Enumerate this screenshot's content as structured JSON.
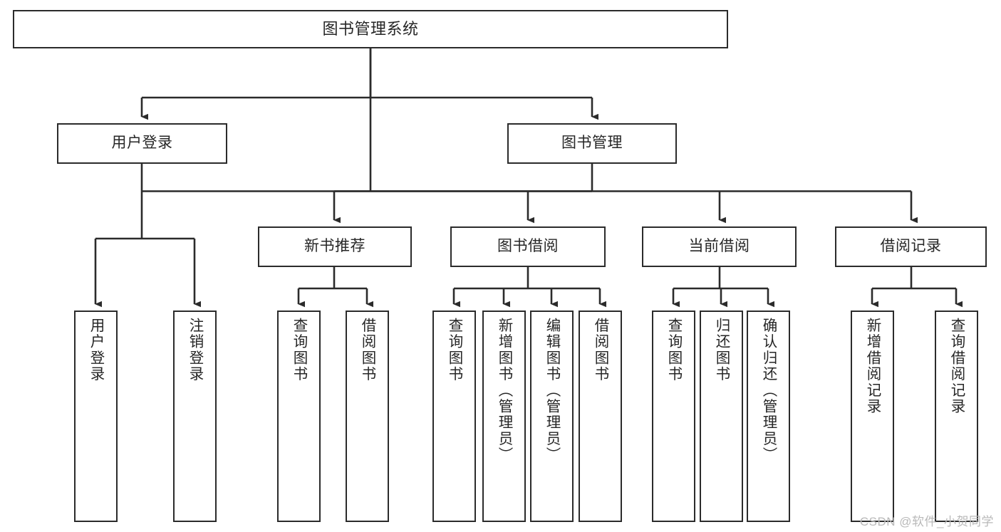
{
  "diagram": {
    "title": "图书管理系统",
    "type": "tree-hierarchy",
    "watermark": "CSDN @软件_小贺同学",
    "colors": {
      "stroke": "#2b2b2b",
      "text": "#262626",
      "background": "#ffffff",
      "watermark": "#b9b9b9"
    },
    "root": {
      "label": "图书管理系统"
    },
    "level1": [
      {
        "label": "用户登录"
      },
      {
        "label": "图书管理"
      }
    ],
    "level2": [
      {
        "label": "新书推荐"
      },
      {
        "label": "图书借阅"
      },
      {
        "label": "当前借阅"
      },
      {
        "label": "借阅记录"
      }
    ],
    "leaves": {
      "user_login": [
        {
          "label": "用户登录"
        },
        {
          "label": "注销登录"
        }
      ],
      "new_book_recommend": [
        {
          "label": "查询图书"
        },
        {
          "label": "借阅图书"
        }
      ],
      "book_borrow": [
        {
          "label": "查询图书"
        },
        {
          "label": "新增图书（管理员）"
        },
        {
          "label": "编辑图书（管理员）"
        },
        {
          "label": "借阅图书"
        }
      ],
      "current_borrow": [
        {
          "label": "查询图书"
        },
        {
          "label": "归还图书"
        },
        {
          "label": "确认归还（管理员）"
        }
      ],
      "borrow_record": [
        {
          "label": "新增借阅记录"
        },
        {
          "label": "查询借阅记录"
        }
      ]
    }
  }
}
